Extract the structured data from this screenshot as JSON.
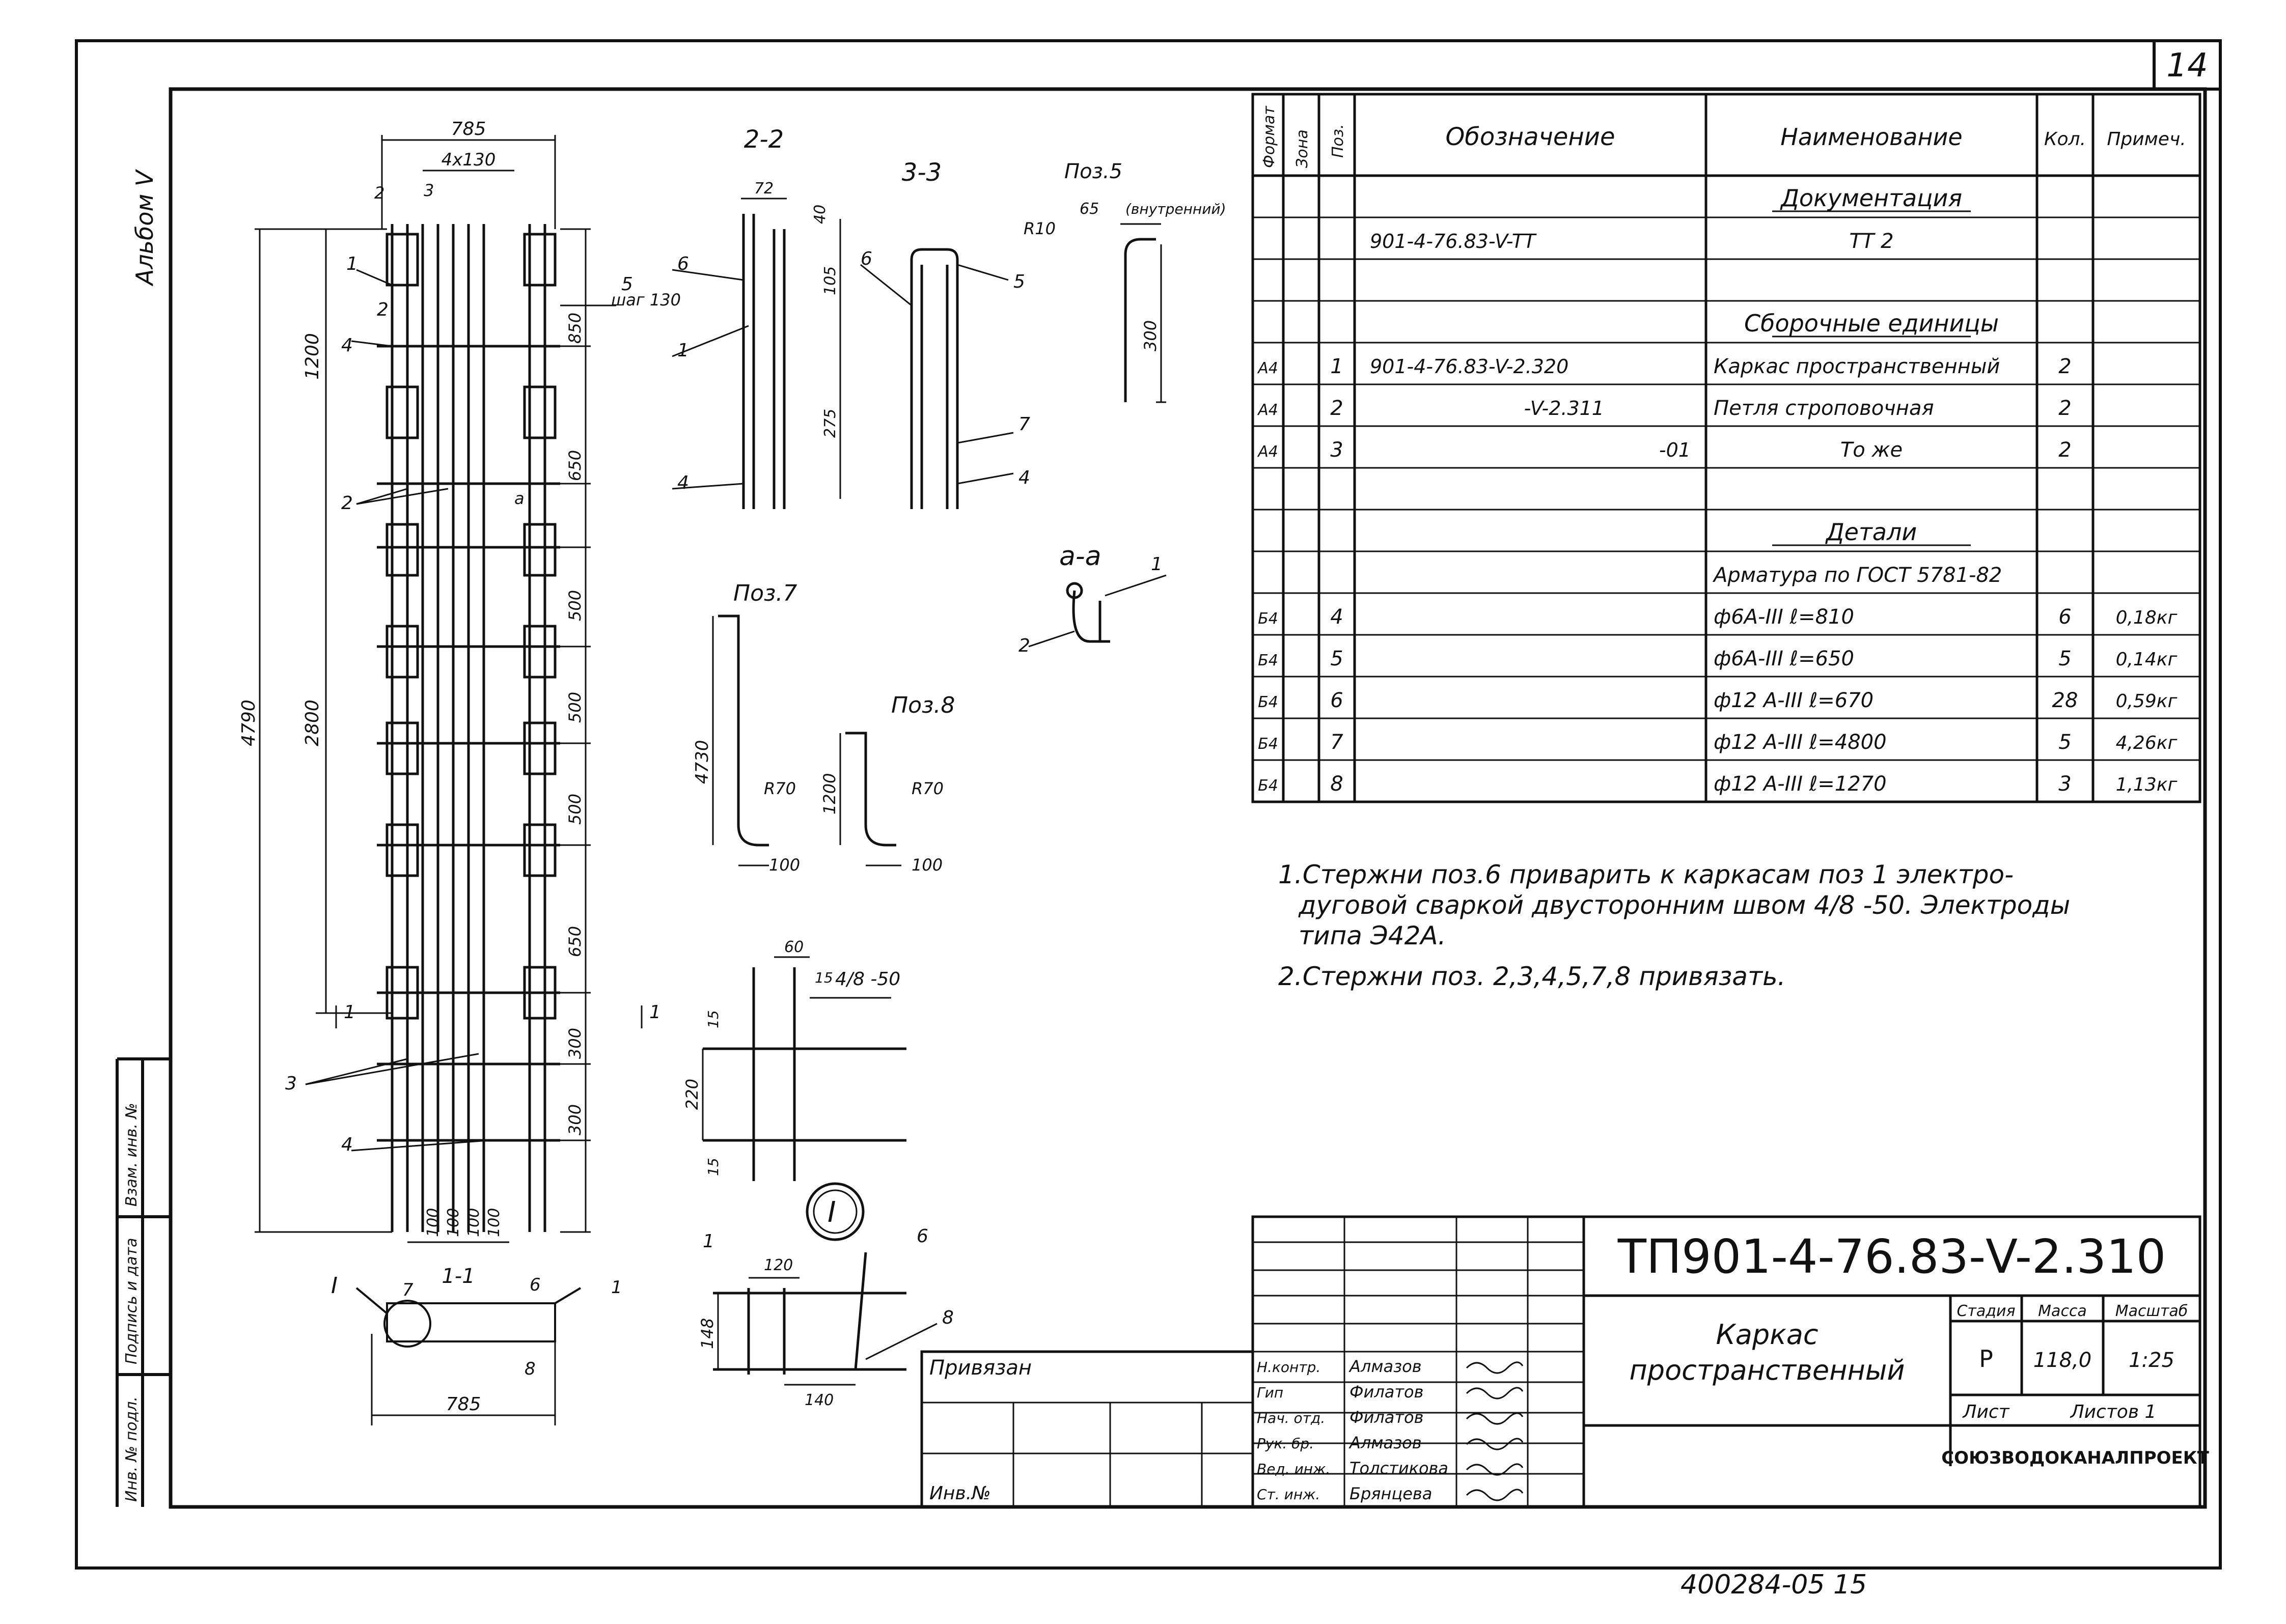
{
  "sheet_number": "14",
  "album": "Альбом V",
  "stamp_number": "400284-05   15",
  "bottom_left_cells": [
    "Инв. № подл.",
    "Подпись и дата",
    "Взам. инв. №"
  ],
  "drawing": {
    "main_dims": {
      "top_width": "785",
      "top_step": "4x130",
      "left_gap": "2",
      "left_gap2": "3",
      "total_height": "4790",
      "upper_height": "1200",
      "middle_height": "2800",
      "step_note": "шаг 130",
      "seg": [
        "850",
        "650",
        "500",
        "500",
        "500",
        "650",
        "300",
        "300"
      ],
      "bottom_spacings": [
        "100",
        "100",
        "100",
        "100"
      ],
      "bottom_width": "785",
      "callouts": [
        "1",
        "2",
        "4",
        "5",
        "2",
        "3",
        "4",
        "a"
      ],
      "section_marks": [
        "1",
        "1"
      ]
    },
    "section_1_1": {
      "title": "1-1",
      "callouts": [
        "7",
        "6",
        "1",
        "8"
      ],
      "node": "I"
    },
    "section_2_2": {
      "title": "2-2",
      "dims": [
        "72",
        "40",
        "105",
        "275"
      ],
      "callouts": [
        "6",
        "1",
        "4"
      ]
    },
    "section_3_3": {
      "title": "3-3",
      "callouts": [
        "6",
        "5",
        "7",
        "4"
      ]
    },
    "pos5": {
      "title": "Поз.5",
      "note": "(внутренний)",
      "dims": [
        "R10",
        "65",
        "300"
      ]
    },
    "pos7": {
      "title": "Поз.7",
      "dims": [
        "4730",
        "R70",
        "100"
      ]
    },
    "pos8": {
      "title": "Поз.8",
      "dims": [
        "1200",
        "R70",
        "100"
      ]
    },
    "detail_ad": {
      "title": "а-а",
      "callouts": [
        "1",
        "2"
      ]
    },
    "weld_detail": {
      "dims": [
        "60",
        "15",
        "15",
        "220",
        "15"
      ],
      "weld": "4/8 -50"
    },
    "node_I": {
      "title": "I",
      "dims": [
        "120",
        "148",
        "140"
      ],
      "callouts": [
        "1",
        "6",
        "8"
      ]
    }
  },
  "spec": {
    "headers": [
      "Формат",
      "Зона",
      "Поз.",
      "Обозначение",
      "Наименование",
      "Кол.",
      "Примеч."
    ],
    "rows": [
      {
        "fmt": "",
        "zone": "",
        "pos": "",
        "des": "",
        "name": "Документация",
        "qty": "",
        "note": "",
        "head": true
      },
      {
        "fmt": "",
        "zone": "",
        "pos": "",
        "des": "901-4-76.83-V-TT",
        "name": "TT 2",
        "qty": "",
        "note": ""
      },
      {
        "fmt": "",
        "zone": "",
        "pos": "",
        "des": "",
        "name": "",
        "qty": "",
        "note": ""
      },
      {
        "fmt": "",
        "zone": "",
        "pos": "",
        "des": "",
        "name": "Сборочные единицы",
        "qty": "",
        "note": "",
        "head": true
      },
      {
        "fmt": "А4",
        "zone": "",
        "pos": "1",
        "des": "901-4-76.83-V-2.320",
        "name": "Каркас пространственный",
        "qty": "2",
        "note": ""
      },
      {
        "fmt": "А4",
        "zone": "",
        "pos": "2",
        "des": "-V-2.311",
        "name": "Петля строповочная",
        "qty": "2",
        "note": ""
      },
      {
        "fmt": "А4",
        "zone": "",
        "pos": "3",
        "des": "-01",
        "name": "То же",
        "qty": "2",
        "note": ""
      },
      {
        "fmt": "",
        "zone": "",
        "pos": "",
        "des": "",
        "name": "",
        "qty": "",
        "note": ""
      },
      {
        "fmt": "",
        "zone": "",
        "pos": "",
        "des": "",
        "name": "Детали",
        "qty": "",
        "note": "",
        "head": true
      },
      {
        "fmt": "",
        "zone": "",
        "pos": "",
        "des": "",
        "name": "Арматура по ГОСТ 5781-82",
        "qty": "",
        "note": ""
      },
      {
        "fmt": "Б4",
        "zone": "",
        "pos": "4",
        "des": "",
        "name": "ф6A-III  ℓ=810",
        "qty": "6",
        "note": "0,18кг"
      },
      {
        "fmt": "Б4",
        "zone": "",
        "pos": "5",
        "des": "",
        "name": "ф6A-III  ℓ=650",
        "qty": "5",
        "note": "0,14кг"
      },
      {
        "fmt": "Б4",
        "zone": "",
        "pos": "6",
        "des": "",
        "name": "ф12 A-III  ℓ=670",
        "qty": "28",
        "note": "0,59кг"
      },
      {
        "fmt": "Б4",
        "zone": "",
        "pos": "7",
        "des": "",
        "name": "ф12 A-III  ℓ=4800",
        "qty": "5",
        "note": "4,26кг"
      },
      {
        "fmt": "Б4",
        "zone": "",
        "pos": "8",
        "des": "",
        "name": "ф12 A-III  ℓ=1270",
        "qty": "3",
        "note": "1,13кг"
      }
    ]
  },
  "notes": [
    "1.Стержни  поз.6  приварить  к каркасам  поз 1 электро-",
    "дуговой  сваркой  двусторонним швом 4/8 -50. Электроды",
    "типа  Э42А.",
    "2.Стержни  поз. 2,3,4,5,7,8 привязать."
  ],
  "title_block": {
    "code": "ТП901-4-76.83-V-2.310",
    "title_line1": "Каркас",
    "title_line2": "пространственный",
    "privyazan": "Привязан",
    "inv": "Инв.№",
    "stage_h": "Стадия",
    "mass_h": "Масса",
    "scale_h": "Масштаб",
    "stage": "Р",
    "mass": "118,0",
    "scale": "1:25",
    "sheet_h": "Лист",
    "sheets_h": "Листов 1",
    "org": "СОЮЗВОДОКАНАЛПРОЕКТ",
    "people": [
      {
        "role": "Н.контр.",
        "name": "Алмазов"
      },
      {
        "role": "Гип",
        "name": "Филатов"
      },
      {
        "role": "Нач. отд.",
        "name": "Филатов"
      },
      {
        "role": "Рук. бр.",
        "name": "Алмазов"
      },
      {
        "role": "Вед. инж.",
        "name": "Толстикова"
      },
      {
        "role": "Ст. инж.",
        "name": "Брянцева"
      }
    ]
  }
}
